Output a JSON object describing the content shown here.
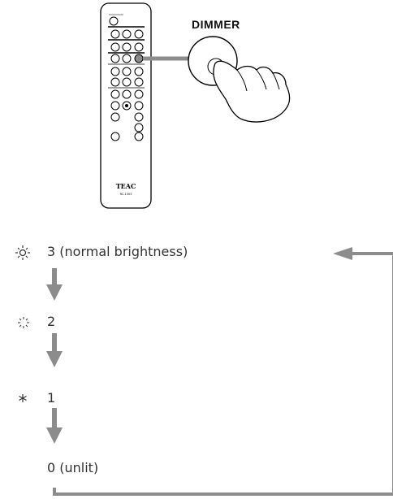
{
  "diagram": {
    "button_label": "DIMMER",
    "remote_brand": "TEAC",
    "remote_model": "RC-1303",
    "levels": [
      {
        "value": "3",
        "description": "3 (normal brightness)",
        "icon": "sun-icon"
      },
      {
        "value": "2",
        "description": "2",
        "icon": "dim-sun-icon"
      },
      {
        "value": "1",
        "description": "1",
        "icon": "asterisk-icon"
      },
      {
        "value": "0",
        "description": "0 (unlit)",
        "icon": ""
      }
    ],
    "colors": {
      "arrow": "#8c8c8c",
      "line": "#000000",
      "text": "#333333"
    }
  }
}
